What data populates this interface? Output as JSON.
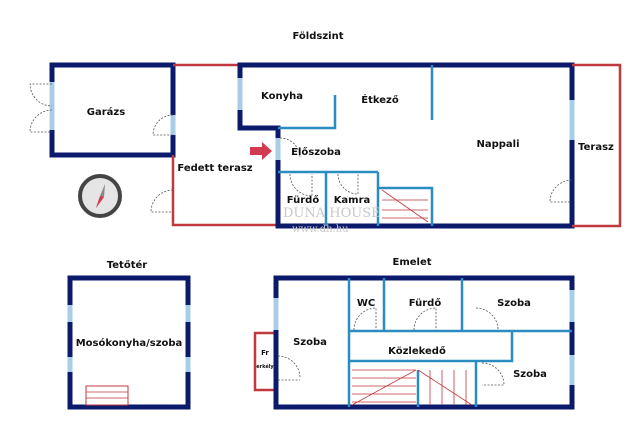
{
  "ground_floor": {
    "title": "Földszint",
    "rooms": {
      "garage": "Garázs",
      "kitchen": "Konyha",
      "dining": "Étkező",
      "living": "Nappali",
      "terrace": "Terasz",
      "covered_terrace": "Fedett terasz",
      "hall": "Előszoba",
      "bathroom": "Fürdő",
      "pantry": "Kamra"
    }
  },
  "attic": {
    "title": "Tetőtér",
    "rooms": {
      "laundry": "Mosókonyha/szoba"
    }
  },
  "upper_floor": {
    "title": "Emelet",
    "rooms": {
      "wc": "WC",
      "bathroom": "Fürdő",
      "room1": "Szoba",
      "room2": "Szoba",
      "room3": "Szoba",
      "corridor": "Közlekedő",
      "balcony_1": "Fr",
      "balcony_2": "erkély"
    }
  },
  "watermark": {
    "brand": "DUNA HOUSE",
    "url": "www.dh.hu"
  },
  "colors": {
    "wall": "#0b1a6b",
    "terrace": "#c0393f",
    "inner_wall": "#2b8cc0",
    "window": "#a9cde6"
  }
}
